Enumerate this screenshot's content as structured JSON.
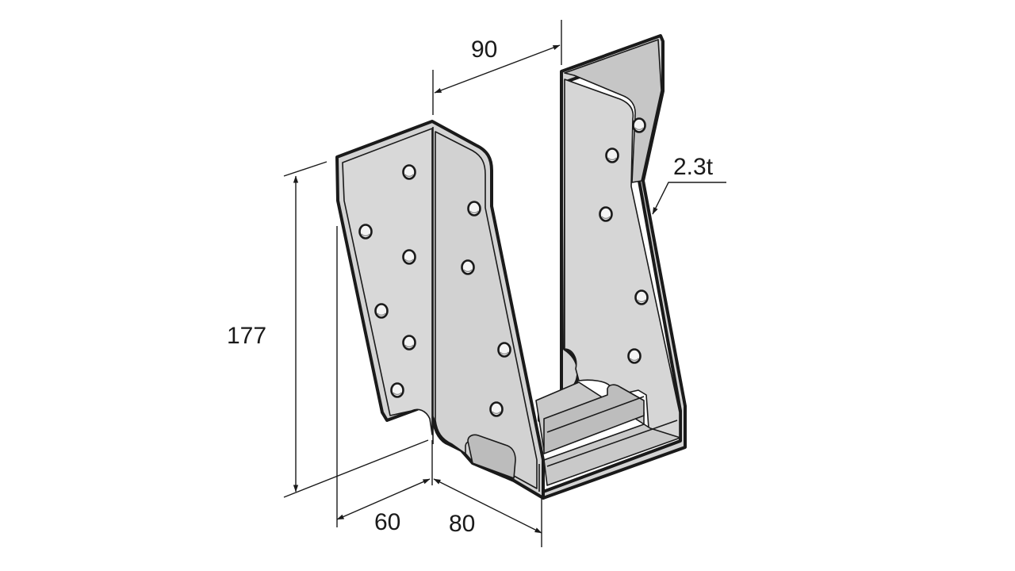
{
  "figure": {
    "dimensions": {
      "height": "177",
      "depth_left": "60",
      "width_bottom": "80",
      "gap_top": "90",
      "thickness": "2.3t"
    },
    "colors": {
      "metal_face": "#d3d3d3",
      "metal_side": "#bdbdbd",
      "metal_dark": "#a9a9a9",
      "outline": "#1a1a1a",
      "background": "#ffffff"
    }
  }
}
